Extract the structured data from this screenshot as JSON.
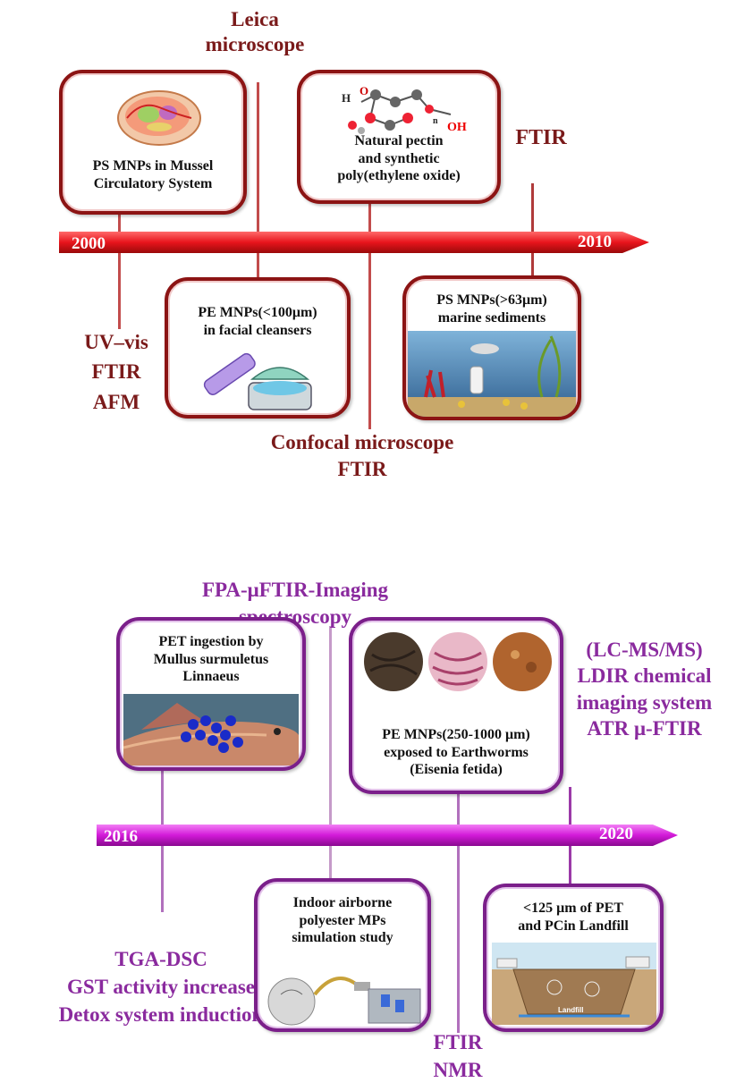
{
  "timeline1": {
    "start_year": "2000",
    "end_year": "2010",
    "colors": {
      "arrow": "#e8141c",
      "accent": "#8c1414",
      "text": "#7a1a1a"
    },
    "labels": {
      "leica": [
        "Leica",
        "microscope"
      ],
      "ftir_top": "FTIR",
      "uv": [
        "UV–vis",
        "FTIR",
        "AFM"
      ],
      "confocal": [
        "Confocal microscope",
        "FTIR"
      ]
    },
    "cards": {
      "mussel": [
        "PS MNPs in  Mussel",
        "Circulatory System"
      ],
      "pectin": [
        "Natural pectin",
        "and synthetic",
        "poly(ethylene oxide)"
      ],
      "cleanser": [
        "PE MNPs(<100μm)",
        "in facial cleansers"
      ],
      "sediment": [
        "PS MNPs(>63μm)",
        "marine sediments"
      ]
    },
    "molecule_labels": {
      "h": "H",
      "o": "O",
      "n": "n",
      "oh": "OH"
    }
  },
  "timeline2": {
    "start_year": "2016",
    "end_year": "2020",
    "colors": {
      "arrow": "#d21ad8",
      "accent": "#7b1f8a",
      "text": "#8a2a9e"
    },
    "labels": {
      "fpa": [
        "FPA-μFTIR-Imaging",
        "spectroscopy"
      ],
      "lcms": [
        "(LC-MS/MS)",
        "LDIR chemical",
        "imaging system",
        "ATR μ-FTIR"
      ],
      "tga": [
        "TGA-DSC",
        "GST activity increase",
        "Detox system induction"
      ],
      "ftir_nmr": [
        "FTIR",
        "NMR"
      ]
    },
    "cards": {
      "mullus": [
        "PET ingestion by",
        "Mullus surmuletus",
        "Linnaeus"
      ],
      "earthworm": [
        "PE MNPs(250-1000 μm)",
        "exposed to Earthworms",
        "(Eisenia fetida)"
      ],
      "airborne": [
        "Indoor airborne",
        "polyester MPs",
        "simulation study"
      ],
      "landfill": [
        "<125 μm of PET",
        "and PCin Landfill"
      ]
    },
    "landfill_caption": "Landfill"
  }
}
